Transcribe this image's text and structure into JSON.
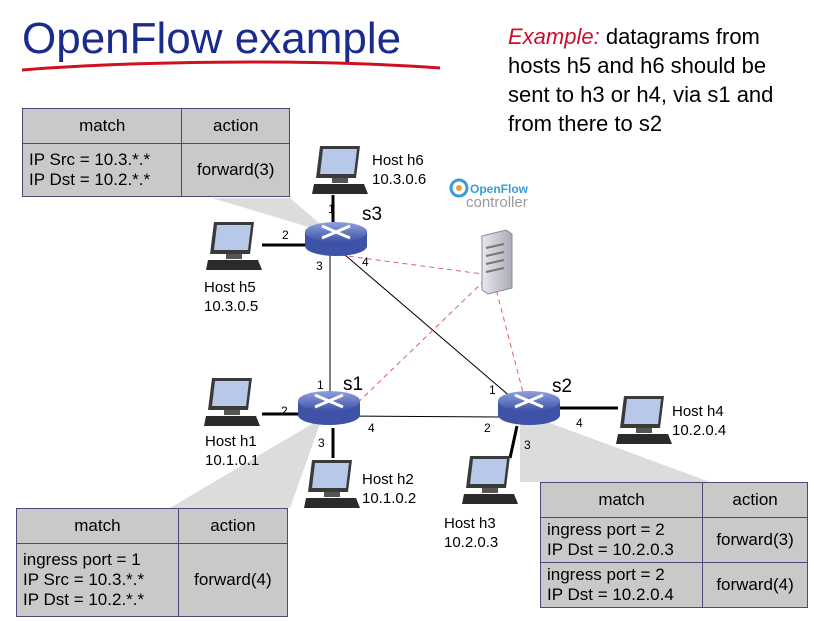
{
  "title": "OpenFlow example",
  "example": {
    "lead": "Example:",
    "text": " datagrams from hosts h5 and h6 should be sent to h3 or h4, via s1 and from there to s2"
  },
  "switches": {
    "s1": "s1",
    "s2": "s2",
    "s3": "s3"
  },
  "hosts": {
    "h1": {
      "name": "Host h1",
      "ip": "10.1.0.1"
    },
    "h2": {
      "name": "Host h2",
      "ip": "10.1.0.2"
    },
    "h3": {
      "name": "Host h3",
      "ip": "10.2.0.3"
    },
    "h4": {
      "name": "Host h4",
      "ip": "10.2.0.4"
    },
    "h5": {
      "name": "Host h5",
      "ip": "10.3.0.5"
    },
    "h6": {
      "name": "Host h6",
      "ip": "10.3.0.6"
    }
  },
  "ports": {
    "s3_1": "1",
    "s3_2": "2",
    "s3_3": "3",
    "s3_4": "4",
    "s1_1": "1",
    "s1_2": "2",
    "s1_3": "3",
    "s1_4": "4",
    "s2_1": "1",
    "s2_2": "2",
    "s2_3": "3",
    "s2_4": "4"
  },
  "controller": {
    "logo": "OpenFlow",
    "label": "controller"
  },
  "tables": {
    "s3": {
      "header": {
        "match": "match",
        "action": "action"
      },
      "rows": [
        {
          "match": [
            "IP Src = 10.3.*.*",
            "IP Dst = 10.2.*.*"
          ],
          "action": "forward(3)"
        }
      ]
    },
    "s1": {
      "header": {
        "match": "match",
        "action": "action"
      },
      "rows": [
        {
          "match": [
            "ingress port = 1",
            "IP Src = 10.3.*.*",
            "IP Dst = 10.2.*.*"
          ],
          "action": "forward(4)"
        }
      ]
    },
    "s2": {
      "header": {
        "match": "match",
        "action": "action"
      },
      "rows": [
        {
          "match": [
            "ingress port = 2",
            "IP Dst = 10.2.0.3"
          ],
          "action": "forward(3)"
        },
        {
          "match": [
            "ingress port = 2",
            "IP Dst = 10.2.0.4"
          ],
          "action": "forward(4)"
        }
      ]
    }
  },
  "colors": {
    "title": "#1a2b8c",
    "title_underline": "#d01020",
    "example_lead": "#c8102e",
    "switch": "#5a6fbf",
    "control_link": "#e06060",
    "table_bg": "#c9c9c9",
    "callout": "#d3d3d3"
  }
}
